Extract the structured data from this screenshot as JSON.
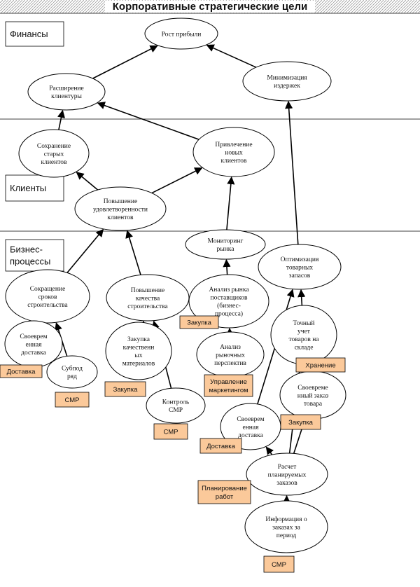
{
  "title": "Корпоративные стратегические цели",
  "sections": [
    {
      "id": "finance",
      "label": [
        "Финансы"
      ]
    },
    {
      "id": "clients",
      "label": [
        "Клиенты"
      ]
    },
    {
      "id": "processes",
      "label": [
        "Бизнес-",
        "процессы"
      ]
    }
  ],
  "nodes": [
    {
      "id": "profit",
      "lines": [
        "Рост прибыли"
      ]
    },
    {
      "id": "expand",
      "lines": [
        "Расширение",
        "клиентуры"
      ]
    },
    {
      "id": "costs",
      "lines": [
        "Минимизация",
        "издержек"
      ]
    },
    {
      "id": "retain",
      "lines": [
        "Сохранение",
        "старых",
        "клиентов"
      ]
    },
    {
      "id": "attract",
      "lines": [
        "Привлечение",
        "новых",
        "клиентов"
      ]
    },
    {
      "id": "satisfaction",
      "lines": [
        "Повышение",
        "удовлетворенности",
        "клиентов"
      ]
    },
    {
      "id": "monitoring",
      "lines": [
        "Мониторинг",
        "рынка"
      ]
    },
    {
      "id": "stock",
      "lines": [
        "Оптимизация",
        "товарных",
        "запасов"
      ]
    },
    {
      "id": "shorter",
      "lines": [
        "Сокращение",
        "сроков",
        "строительства"
      ]
    },
    {
      "id": "quality",
      "lines": [
        "Повышение",
        "качества",
        "строительства"
      ]
    },
    {
      "id": "suppliers",
      "lines": [
        "Анализ рынка",
        "поставщиков",
        "(бизнес-",
        "процесса)"
      ]
    },
    {
      "id": "accounting",
      "lines": [
        "Точный",
        "учет",
        "товаров на",
        "складе"
      ]
    },
    {
      "id": "ontime",
      "lines": [
        "Своеврем",
        "енная",
        "доставка"
      ]
    },
    {
      "id": "subcontract",
      "lines": [
        "Субпод",
        "ряд"
      ]
    },
    {
      "id": "purchase",
      "lines": [
        "Закупка",
        "качественн",
        "ых",
        "материалов"
      ]
    },
    {
      "id": "perspectives",
      "lines": [
        "Анализ",
        "рыночных",
        "перспектив"
      ]
    },
    {
      "id": "ontime_order",
      "lines": [
        "Своевреме",
        "нный заказ",
        "товара"
      ]
    },
    {
      "id": "smr_control",
      "lines": [
        "Контроль",
        "СМР"
      ]
    },
    {
      "id": "ontime2",
      "lines": [
        "Своеврем",
        "енная",
        "доставка"
      ]
    },
    {
      "id": "calc",
      "lines": [
        "Расчет",
        "планируемых",
        "заказов"
      ]
    },
    {
      "id": "info",
      "lines": [
        "Информация о",
        "заказах за",
        "период"
      ]
    }
  ],
  "tags": [
    {
      "id": "t_zakupka1",
      "lines": [
        "Закупка"
      ]
    },
    {
      "id": "t_dostavka1",
      "lines": [
        "Доставка"
      ]
    },
    {
      "id": "t_smr1",
      "lines": [
        "СМР"
      ]
    },
    {
      "id": "t_zakupka2",
      "lines": [
        "Закупка"
      ]
    },
    {
      "id": "t_upr",
      "lines": [
        "Управление",
        "маркетингом"
      ]
    },
    {
      "id": "t_hranenie",
      "lines": [
        "Хранение"
      ]
    },
    {
      "id": "t_smr2",
      "lines": [
        "СМР"
      ]
    },
    {
      "id": "t_dostavka2",
      "lines": [
        "Доставка"
      ]
    },
    {
      "id": "t_zakupka3",
      "lines": [
        "Закупка"
      ]
    },
    {
      "id": "t_plan",
      "lines": [
        "Планирование",
        "работ"
      ]
    },
    {
      "id": "t_smr3",
      "lines": [
        "СМР"
      ]
    }
  ],
  "edges": [
    {
      "from": "expand",
      "to": "profit"
    },
    {
      "from": "costs",
      "to": "profit"
    },
    {
      "from": "retain",
      "to": "expand"
    },
    {
      "from": "attract",
      "to": "expand"
    },
    {
      "from": "satisfaction",
      "to": "retain"
    },
    {
      "from": "satisfaction",
      "to": "attract"
    },
    {
      "from": "monitoring",
      "to": "attract"
    },
    {
      "from": "stock",
      "to": "costs"
    },
    {
      "from": "shorter",
      "to": "satisfaction"
    },
    {
      "from": "quality",
      "to": "satisfaction"
    },
    {
      "from": "suppliers",
      "to": "monitoring"
    },
    {
      "from": "ontime",
      "to": "shorter"
    },
    {
      "from": "subcontract",
      "to": "shorter"
    },
    {
      "from": "purchase",
      "to": "quality"
    },
    {
      "from": "smr_control",
      "to": "quality"
    },
    {
      "from": "perspectives",
      "to": "suppliers"
    },
    {
      "from": "accounting",
      "to": "stock"
    },
    {
      "from": "ontime2",
      "to": "stock"
    },
    {
      "from": "calc",
      "to": "accounting"
    },
    {
      "from": "calc",
      "to": "ontime_order"
    },
    {
      "from": "calc",
      "to": "ontime2"
    },
    {
      "from": "info",
      "to": "calc"
    }
  ],
  "colors": {
    "tag_fill": "#fbc99a",
    "line": "#000000",
    "background": "#ffffff"
  }
}
